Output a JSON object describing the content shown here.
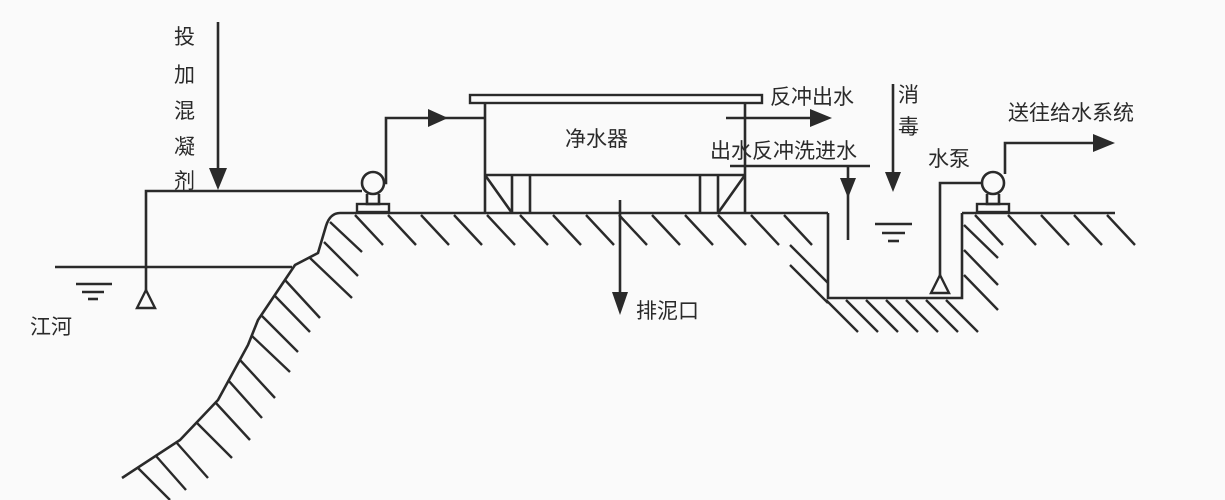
{
  "labels": {
    "coagulant": [
      "投",
      "加",
      "混",
      "凝",
      "剂"
    ],
    "river": "江河",
    "purifier": "净水器",
    "backwash_out": "反冲出水",
    "outlet_backwash_in": "出水反冲洗进水",
    "disinfect": [
      "消",
      "毒"
    ],
    "pump": "水泵",
    "to_supply": "送往给水系统",
    "sludge_outlet": "排泥口"
  },
  "colors": {
    "line": "#2a2a2a",
    "background": "#fafafa"
  }
}
